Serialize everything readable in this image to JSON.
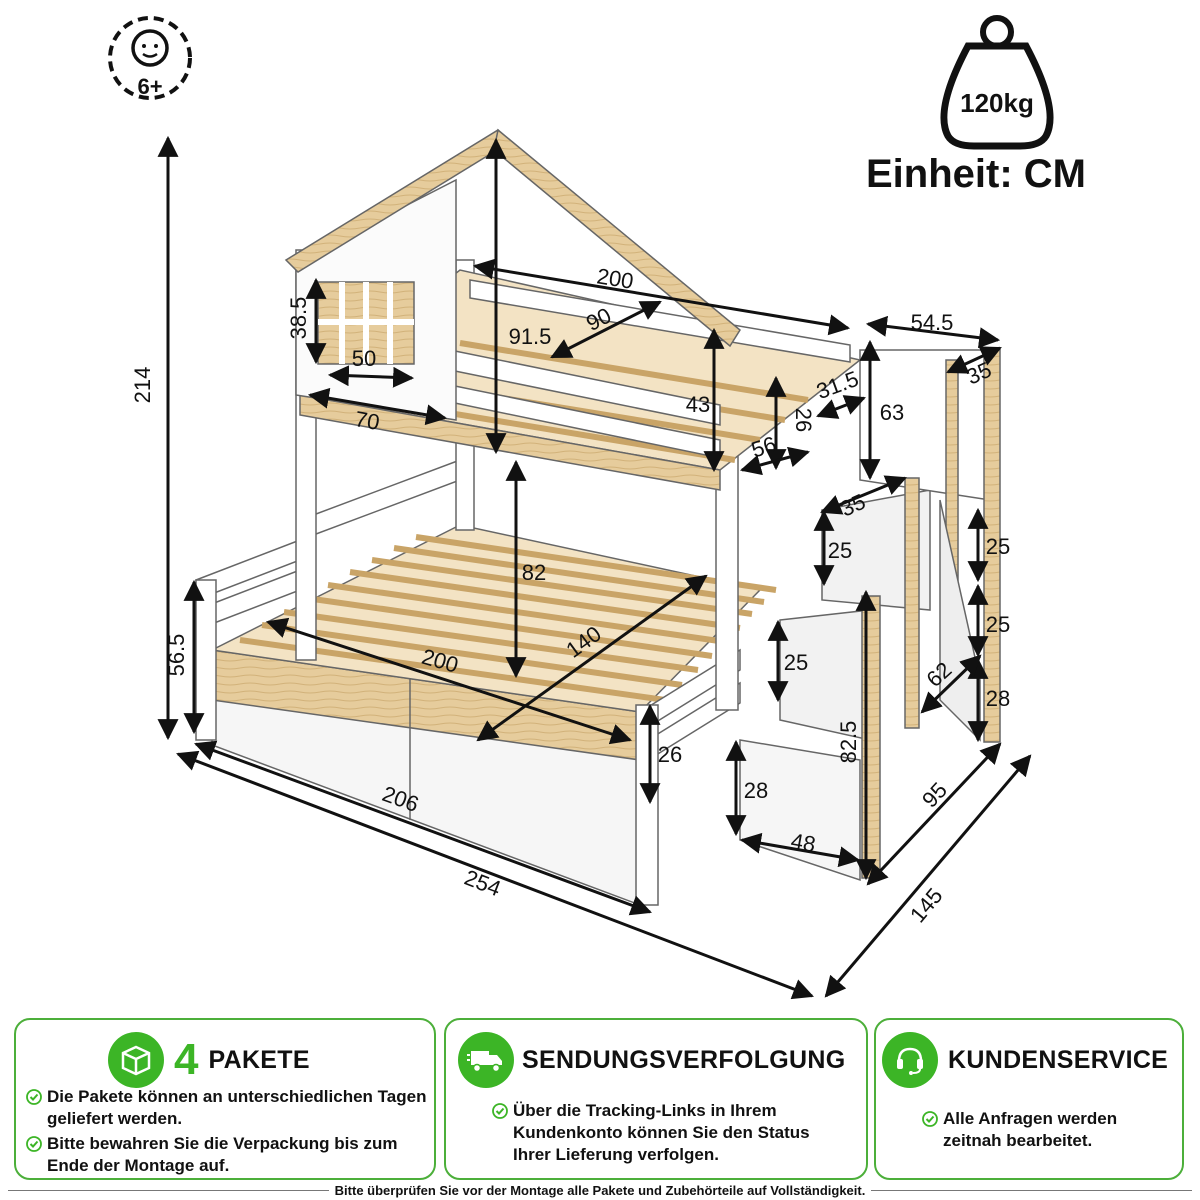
{
  "age_badge": {
    "label": "6+"
  },
  "weight_badge": {
    "label": "120kg"
  },
  "unit_label": "Einheit: CM",
  "dimensions": {
    "height_total": "214",
    "side_rail_height": "56.5",
    "window_height": "38.5",
    "window_width": "50",
    "roof_ledge": "70",
    "top_length": "200",
    "roof_slope": "90",
    "roof_height": "91.5",
    "top_rail": "43",
    "top_guard": "26",
    "top_opening": "56",
    "stair_top_width": "54.5",
    "stair_step_depth_top": "35",
    "stair_step_width": "31.5",
    "stair_rail_height": "63",
    "stair_step_depth": "35",
    "step_height_1": "25",
    "step_height_2": "25",
    "step_height_3": "25",
    "stair_width": "62",
    "step_height_4": "28",
    "clearance": "82",
    "bottom_length": "200",
    "bottom_width": "140",
    "bottom_guard_front": "25",
    "bottom_guard_side": "26",
    "stair_height": "82.5",
    "drawer_height": "28",
    "drawer_width": "48",
    "drawer_length": "206",
    "stair_depth": "95",
    "total_length": "254",
    "total_width": "145"
  },
  "cards": [
    {
      "big": "4",
      "title": "PAKETE",
      "icon": "package-icon",
      "bullets": [
        "Die Pakete können an unterschiedlichen Tagen geliefert werden.",
        "Bitte bewahren Sie die Verpackung bis zum Ende der Montage auf."
      ]
    },
    {
      "title": "SENDUNGSVERFOLGUNG",
      "icon": "delivery-truck-icon",
      "bullets": [
        "Über die Tracking-Links in Ihrem Kundenkonto können Sie den Status Ihrer Lieferung verfolgen."
      ]
    },
    {
      "title": "KUNDENSERVICE",
      "icon": "headset-icon",
      "bullets": [
        "Alle Anfragen werden zeitnah bearbeitet."
      ]
    }
  ],
  "footer": "Bitte überprüfen Sie vor der Montage alle Pakete und Zubehörteile auf Vollständigkeit.",
  "colors": {
    "accent_green": "#3cb526",
    "wood": "#e3c99a",
    "frame": "#ffffff",
    "outline": "#555555"
  }
}
